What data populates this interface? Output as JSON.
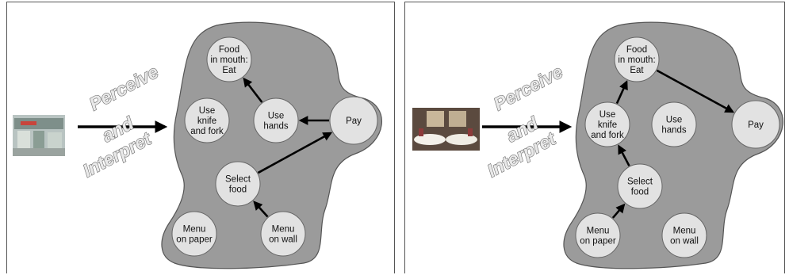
{
  "panels": [
    {
      "id": "left",
      "caption_words": [
        "Perceive",
        "and",
        "Interpret"
      ],
      "scene_photo": "fast-food-restaurant-photo",
      "nodes": {
        "food": [
          "Food",
          "in mouth:",
          "Eat"
        ],
        "knife": [
          "Use",
          "knife",
          "and fork"
        ],
        "hands": [
          "Use",
          "hands"
        ],
        "pay": [
          "Pay"
        ],
        "select": [
          "Select",
          "food"
        ],
        "menu_paper": [
          "Menu",
          "on paper"
        ],
        "menu_wall": [
          "Menu",
          "on wall"
        ]
      },
      "edges": [
        [
          "menu_wall",
          "select"
        ],
        [
          "select",
          "pay"
        ],
        [
          "pay",
          "hands"
        ],
        [
          "hands",
          "food"
        ]
      ]
    },
    {
      "id": "right",
      "caption_words": [
        "Perceive",
        "and",
        "Interpret"
      ],
      "scene_photo": "formal-dining-room-photo",
      "nodes": {
        "food": [
          "Food",
          "in mouth:",
          "Eat"
        ],
        "knife": [
          "Use",
          "knife",
          "and fork"
        ],
        "hands": [
          "Use",
          "hands"
        ],
        "pay": [
          "Pay"
        ],
        "select": [
          "Select",
          "food"
        ],
        "menu_paper": [
          "Menu",
          "on paper"
        ],
        "menu_wall": [
          "Menu",
          "on wall"
        ]
      },
      "edges": [
        [
          "menu_paper",
          "select"
        ],
        [
          "select",
          "knife"
        ],
        [
          "knife",
          "food"
        ],
        [
          "food",
          "pay"
        ]
      ]
    }
  ],
  "colors": {
    "blob": "#9b9b9b",
    "node_fill": "#e2e2e2",
    "node_stroke": "#666666",
    "arrow": "#000000"
  }
}
